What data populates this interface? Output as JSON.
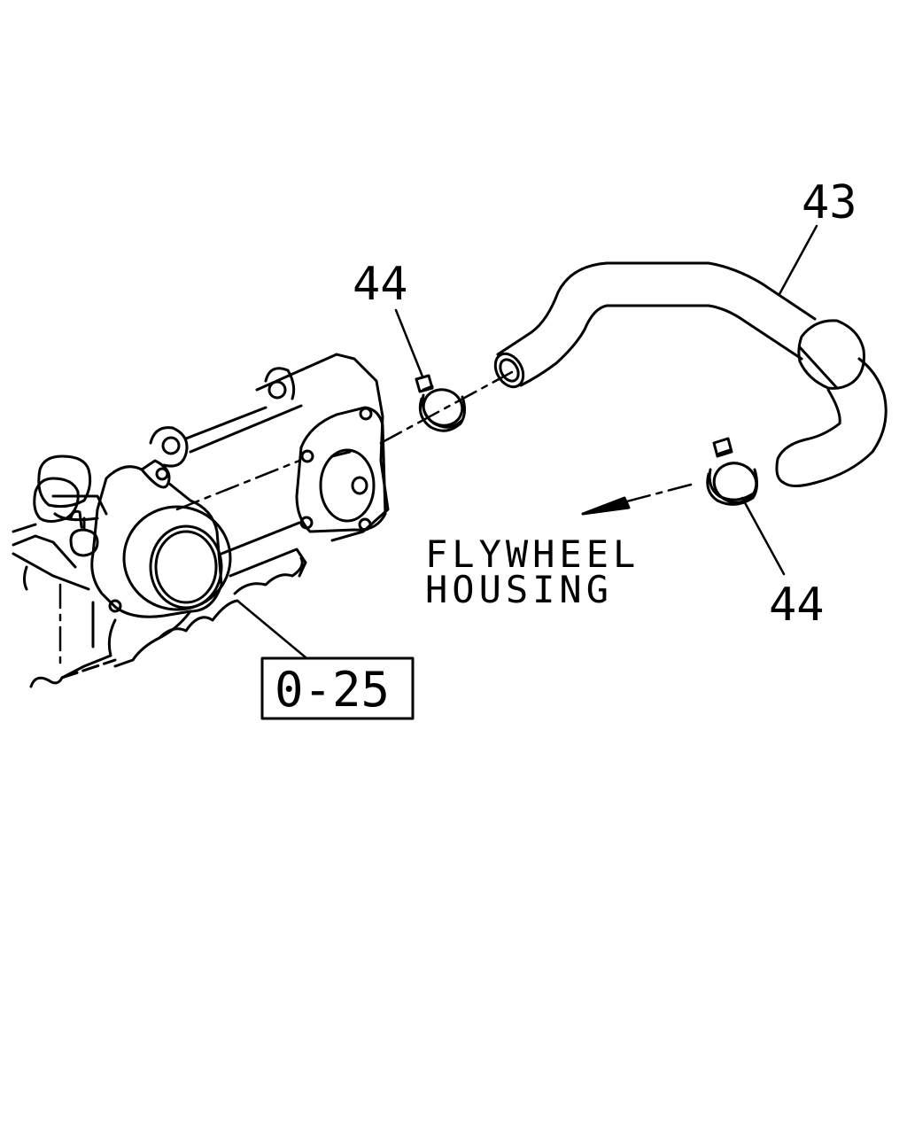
{
  "diagram": {
    "callouts": {
      "hose": "43",
      "clamp_upper": "44",
      "clamp_lower": "44"
    },
    "direction_label": {
      "line1": "FLYWHEEL",
      "line2": "HOUSING"
    },
    "reference_box": "0-25"
  }
}
